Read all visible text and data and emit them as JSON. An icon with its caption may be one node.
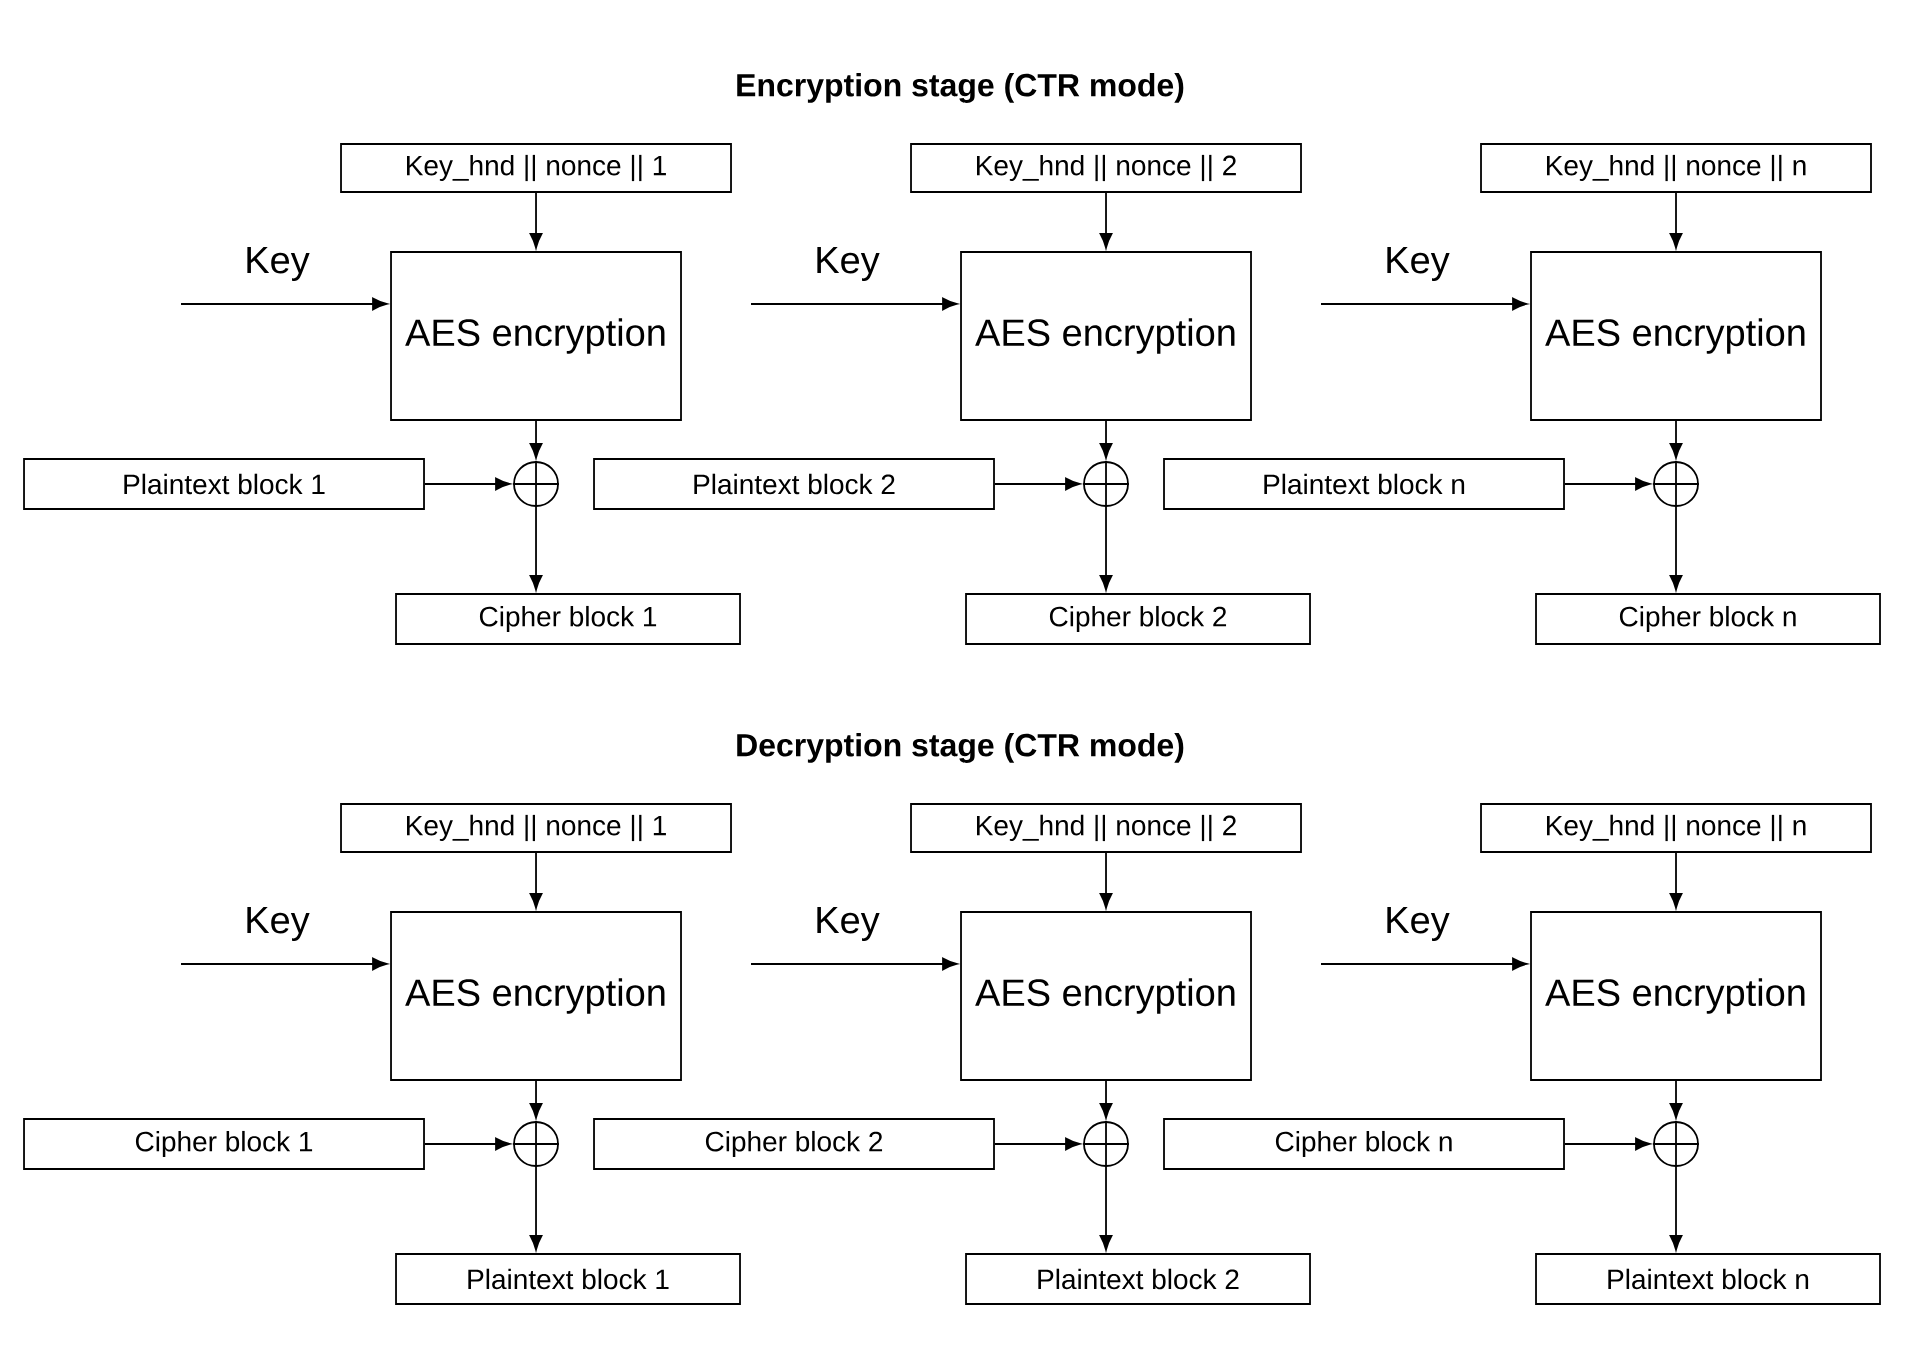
{
  "diagram": {
    "nodes": [
      {
        "text": [
          "Key_hnd || nonce || 1"
        ]
      },
      {
        "text": [
          "AES encryption"
        ]
      },
      {
        "text": [],
        "shape": "circle"
      },
      {
        "text": [
          "Plaintext block 1"
        ]
      },
      {
        "text": [
          "Cipher block 1"
        ]
      },
      {
        "text": [
          "Key_hnd || nonce || 2"
        ]
      },
      {
        "text": [
          "AES encryption"
        ]
      },
      {
        "text": [],
        "shape": "circle"
      },
      {
        "text": [
          "Plaintext block 2"
        ]
      },
      {
        "text": [
          "Cipher block 2"
        ]
      },
      {
        "text": [
          "Key_hnd || nonce || n"
        ]
      },
      {
        "text": [
          "AES encryption"
        ]
      },
      {
        "text": [],
        "shape": "circle"
      },
      {
        "text": [
          "Plaintext block n"
        ]
      },
      {
        "text": [
          "Cipher block n"
        ]
      },
      {
        "text": [
          "Key_hnd || nonce || 1"
        ]
      },
      {
        "text": [
          "AES encryption"
        ]
      },
      {
        "text": [],
        "shape": "circle"
      },
      {
        "text": [
          "Cipher block 1"
        ]
      },
      {
        "text": [
          "Plaintext block 1"
        ]
      },
      {
        "text": [
          "Key_hnd || nonce || 2"
        ]
      },
      {
        "text": [
          "AES encryption"
        ]
      },
      {
        "text": [],
        "shape": "circle"
      },
      {
        "text": [
          "Cipher block 2"
        ]
      },
      {
        "text": [
          "Plaintext block 2"
        ]
      },
      {
        "text": [
          "Key_hnd || nonce || n"
        ]
      },
      {
        "text": [
          "AES encryption"
        ]
      },
      {
        "text": [],
        "shape": "circle"
      },
      {
        "text": [
          "Cipher block n"
        ]
      },
      {
        "text": [
          "Plaintext block n"
        ]
      }
    ],
    "edges": [
      {
        "from": 0,
        "to": 1,
        "arrow": "to"
      },
      {
        "from": null,
        "to": 1,
        "arrow": "to",
        "label": "Key"
      },
      {
        "from": 1,
        "to": 2,
        "arrow": "to"
      },
      {
        "from": 3,
        "to": 2,
        "arrow": "to"
      },
      {
        "from": 2,
        "to": 4,
        "arrow": "to"
      },
      {
        "from": 5,
        "to": 6,
        "arrow": "to"
      },
      {
        "from": null,
        "to": 6,
        "arrow": "to",
        "label": "Key"
      },
      {
        "from": 6,
        "to": 7,
        "arrow": "to"
      },
      {
        "from": 8,
        "to": 7,
        "arrow": "to"
      },
      {
        "from": 7,
        "to": 9,
        "arrow": "to"
      },
      {
        "from": 10,
        "to": 11,
        "arrow": "to"
      },
      {
        "from": null,
        "to": 11,
        "arrow": "to",
        "label": "Key"
      },
      {
        "from": 11,
        "to": 12,
        "arrow": "to"
      },
      {
        "from": 13,
        "to": 12,
        "arrow": "to"
      },
      {
        "from": 12,
        "to": 14,
        "arrow": "to"
      },
      {
        "from": 15,
        "to": 16,
        "arrow": "to"
      },
      {
        "from": null,
        "to": 16,
        "arrow": "to",
        "label": "Key"
      },
      {
        "from": 16,
        "to": 17,
        "arrow": "to"
      },
      {
        "from": 18,
        "to": 17,
        "arrow": "to"
      },
      {
        "from": 17,
        "to": 19,
        "arrow": "to"
      },
      {
        "from": 20,
        "to": 21,
        "arrow": "to"
      },
      {
        "from": null,
        "to": 21,
        "arrow": "to",
        "label": "Key"
      },
      {
        "from": 21,
        "to": 22,
        "arrow": "to"
      },
      {
        "from": 23,
        "to": 22,
        "arrow": "to"
      },
      {
        "from": 22,
        "to": 24,
        "arrow": "to"
      },
      {
        "from": 25,
        "to": 26,
        "arrow": "to"
      },
      {
        "from": null,
        "to": 26,
        "arrow": "to",
        "label": "Key"
      },
      {
        "from": 26,
        "to": 27,
        "arrow": "to"
      },
      {
        "from": 28,
        "to": 27,
        "arrow": "to"
      },
      {
        "from": 27,
        "to": 29,
        "arrow": "to"
      }
    ],
    "labels": [
      "Encryption stage (CTR mode)",
      "Decryption stage (CTR mode)"
    ]
  }
}
